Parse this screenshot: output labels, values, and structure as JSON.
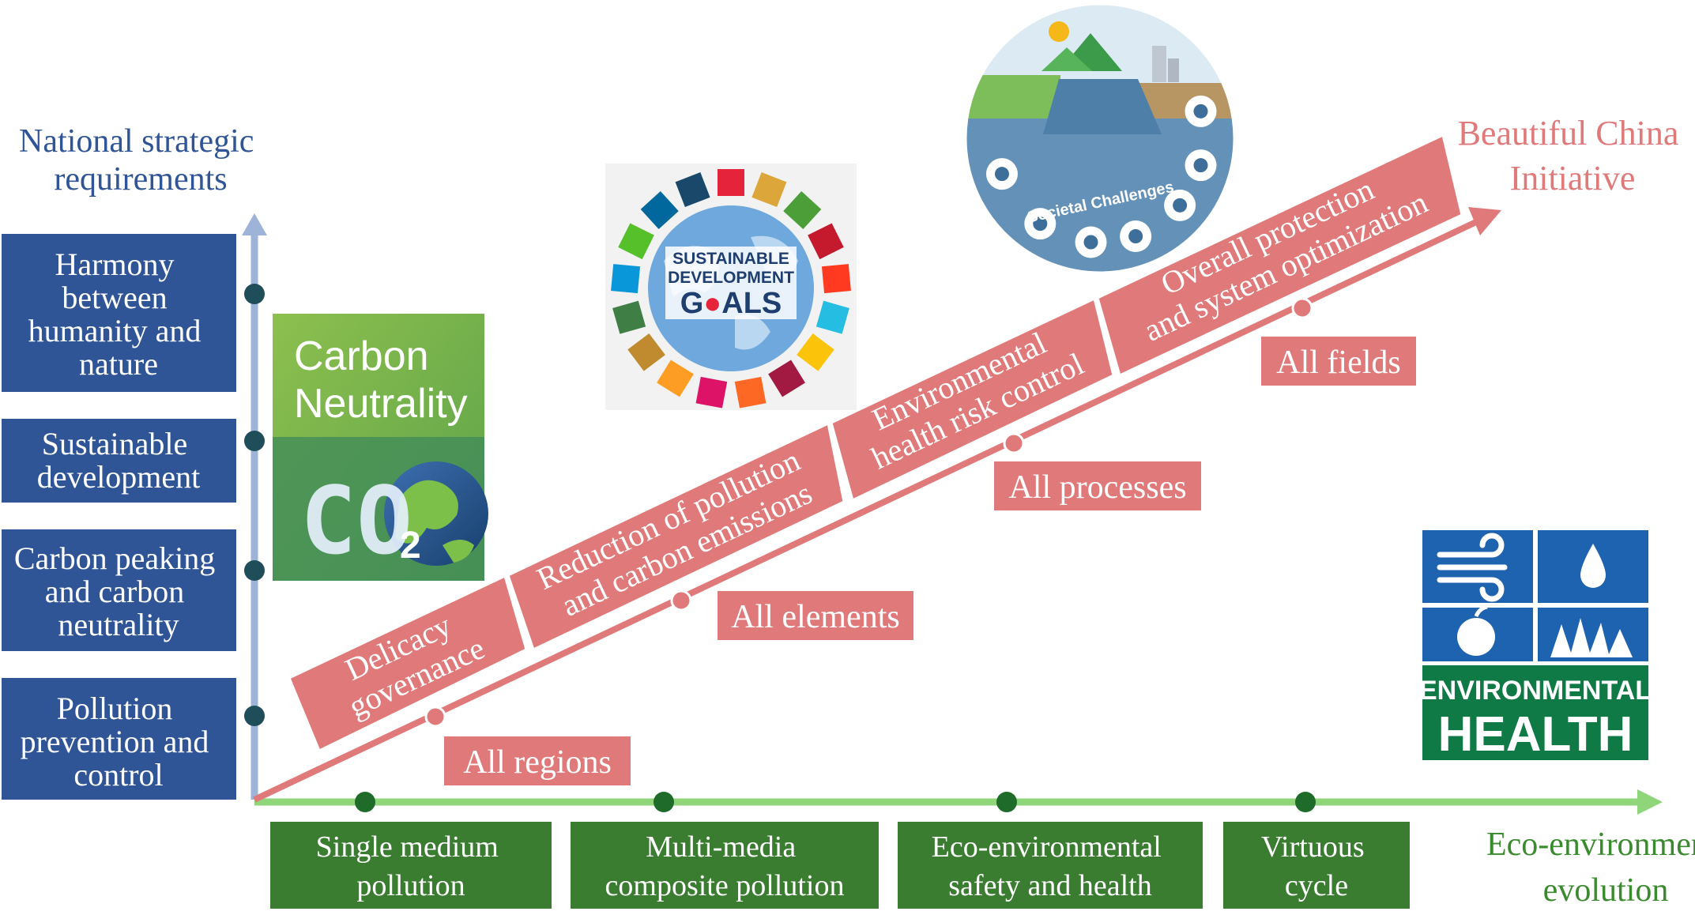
{
  "y_axis": {
    "title_lines": [
      "National strategic",
      "requirements"
    ],
    "color": "#2F5597",
    "boxes": [
      {
        "lines": [
          "Harmony",
          "between",
          "humanity and",
          "nature"
        ]
      },
      {
        "lines": [
          "Sustainable",
          "development"
        ]
      },
      {
        "lines": [
          "Carbon peaking",
          "and carbon",
          "neutrality"
        ]
      },
      {
        "lines": [
          "Pollution",
          "prevention and",
          "control"
        ]
      }
    ]
  },
  "x_axis": {
    "title_lines": [
      "Eco-environment",
      "evolution"
    ],
    "color": "#3A8A2E",
    "boxes": [
      {
        "lines": [
          "Single medium",
          "pollution"
        ]
      },
      {
        "lines": [
          "Multi-media",
          "composite pollution"
        ]
      },
      {
        "lines": [
          "Eco-environmental",
          "safety and health"
        ]
      },
      {
        "lines": [
          "Virtuous",
          "cycle"
        ]
      }
    ]
  },
  "diagonal": {
    "title_lines": [
      "Beautiful China",
      "Initiative"
    ],
    "color": "#E07A7A",
    "stages": [
      {
        "lines": [
          "Delicacy",
          "governance"
        ]
      },
      {
        "lines": [
          "Reduction of pollution",
          "and carbon emissions"
        ]
      },
      {
        "lines": [
          "Environmental",
          "health risk control"
        ]
      },
      {
        "lines": [
          "Overall protection",
          "and system optimization"
        ]
      }
    ],
    "tags": [
      "All regions",
      "All elements",
      "All processes",
      "All fields"
    ]
  },
  "images": {
    "carbon": {
      "lines": [
        "Carbon",
        "Neutrality"
      ],
      "co2": "CO",
      "sub": "2"
    },
    "sdg": {
      "lines": [
        "SUSTAINABLE",
        "DEVELOPMENT"
      ],
      "goals_prefix": "G",
      "goals_suffix": "ALS"
    },
    "societal": {
      "label": "Societal Challenges"
    },
    "env_health": {
      "lines": [
        "ENVIRONMENTAL",
        "HEALTH"
      ]
    }
  }
}
